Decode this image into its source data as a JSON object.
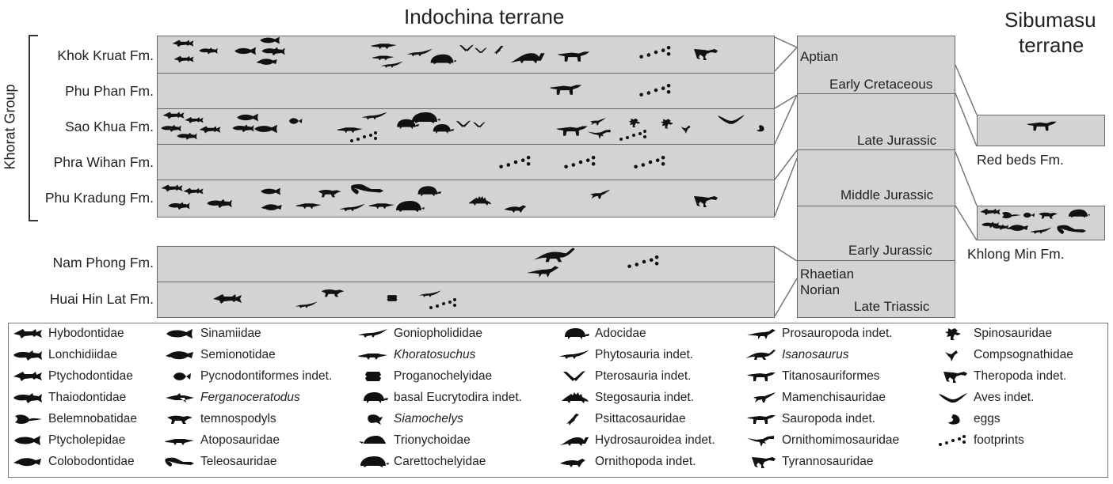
{
  "titles": {
    "indochina": "Indochina terrane",
    "sibumasu_line1": "Sibumasu",
    "sibumasu_line2": "terrane",
    "group": "Khorat Group"
  },
  "formations": {
    "khok_kruat": "Khok Kruat Fm.",
    "phu_phan": "Phu Phan Fm.",
    "sao_khua": "Sao Khua Fm.",
    "phra_wihan": "Phra Wihan Fm.",
    "phu_kradung": "Phu Kradung Fm.",
    "nam_phong": "Nam Phong Fm.",
    "huai_hin_lat": "Huai Hin Lat Fm.",
    "red_beds": "Red beds Fm.",
    "khlong_min": "Khlong Min Fm."
  },
  "ages": {
    "aptian": "Aptian",
    "early_cretaceous": "Early Cretaceous",
    "late_jurassic": "Late Jurassic",
    "middle_jurassic": "Middle Jurassic",
    "early_jurassic": "Early Jurassic",
    "rhaetian": "Rhaetian",
    "norian": "Norian",
    "late_triassic": "Late Triassic"
  },
  "legend": {
    "col1": [
      "Hybodontidae",
      "Lonchidiidae",
      "Ptychodontidae",
      "Thaiodontidae",
      "Belemnobatidae",
      "Ptycholepidae",
      "Colobodontidae"
    ],
    "col2": [
      "Sinamiidae",
      "Semionotidae",
      "Pycnodontiformes indet.",
      "Ferganoceratodus",
      "temnospodyls",
      "Atoposauridae",
      "Teleosauridae"
    ],
    "col3": [
      "Goniopholididae",
      "Khoratosuchus",
      "Proganochelyidae",
      "basal Eucrytodira indet.",
      "Siamochelys",
      "Trionychoidae",
      "Carettochelyidae"
    ],
    "col4": [
      "Adocidae",
      "Phytosauria indet.",
      "Pterosauria indet.",
      "Stegosauria indet.",
      "Psittacosauridae",
      "Hydrosauroidea indet.",
      "Ornithopoda indet."
    ],
    "col5": [
      "Prosauropoda indet.",
      "Isanosaurus",
      "Titanosauriformes",
      "Mamenchisauridae",
      "Sauropoda indet.",
      "Ornithomimosauridae",
      "Tyrannosauridae"
    ],
    "col6": [
      "Spinosauridae",
      "Compsognathidae",
      "Theropoda indet.",
      "Aves indet.",
      "eggs",
      "footprints"
    ]
  },
  "colors": {
    "band_fill": "#d3d3d3",
    "band_border": "#666666",
    "silhouette": "#111111"
  }
}
